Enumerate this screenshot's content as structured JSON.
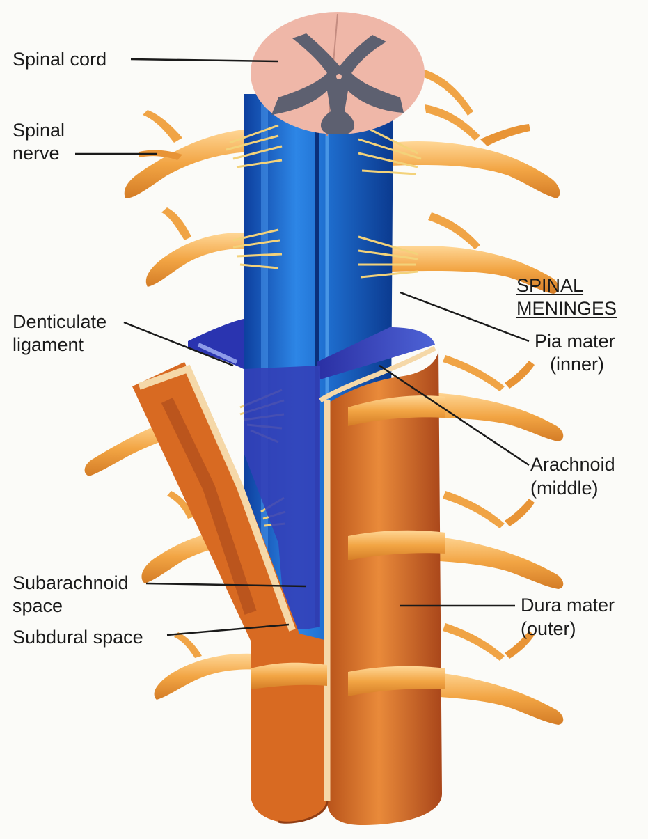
{
  "labels": {
    "spinal_cord": "Spinal cord",
    "spinal_nerve_1": "Spinal",
    "spinal_nerve_2": "nerve",
    "denticulate_1": "Denticulate",
    "denticulate_2": "ligament",
    "subarachnoid_1": "Subarachnoid",
    "subarachnoid_2": "space",
    "subdural": "Subdural space",
    "meninges_1": "SPINAL",
    "meninges_2": "MENINGES",
    "pia_1": "Pia mater",
    "pia_2": "(inner)",
    "arachnoid_1": "Arachnoid",
    "arachnoid_2": "(middle)",
    "dura_1": "Dura mater",
    "dura_2": "(outer)"
  },
  "colors": {
    "background": "#fbfbf8",
    "pia_blue": "#1f6fd0",
    "arachnoid_blue": "#3340b8",
    "dura_orange": "#d86a22",
    "nerve_orange": "#f0a446",
    "cord_pink": "#efb7a8",
    "gray_matter": "#5d6070",
    "leader_line": "#1a1a1a"
  }
}
